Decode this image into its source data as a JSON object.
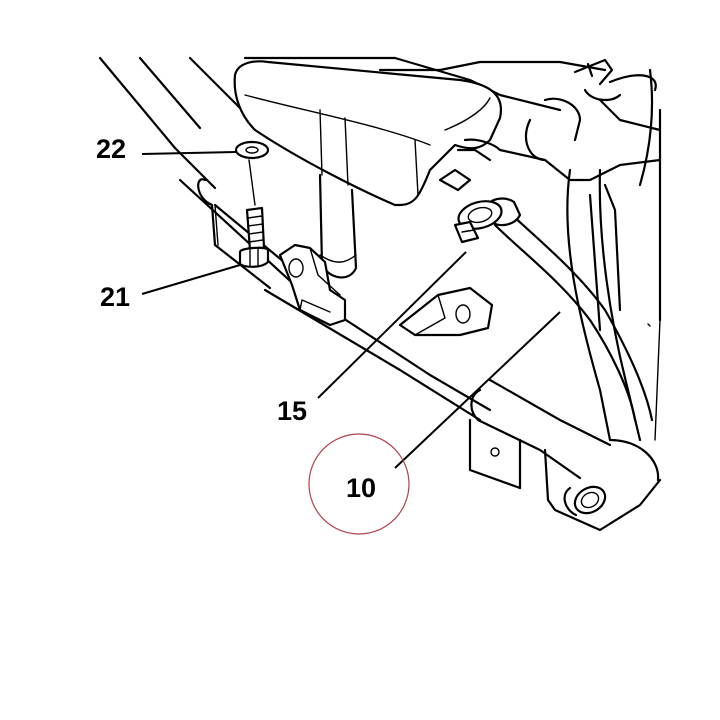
{
  "diagram": {
    "callouts": {
      "c22": "22",
      "c21": "21",
      "c15": "15",
      "c10": "10"
    },
    "highlighted_callout": "10",
    "highlight_color": "#b0414d"
  }
}
